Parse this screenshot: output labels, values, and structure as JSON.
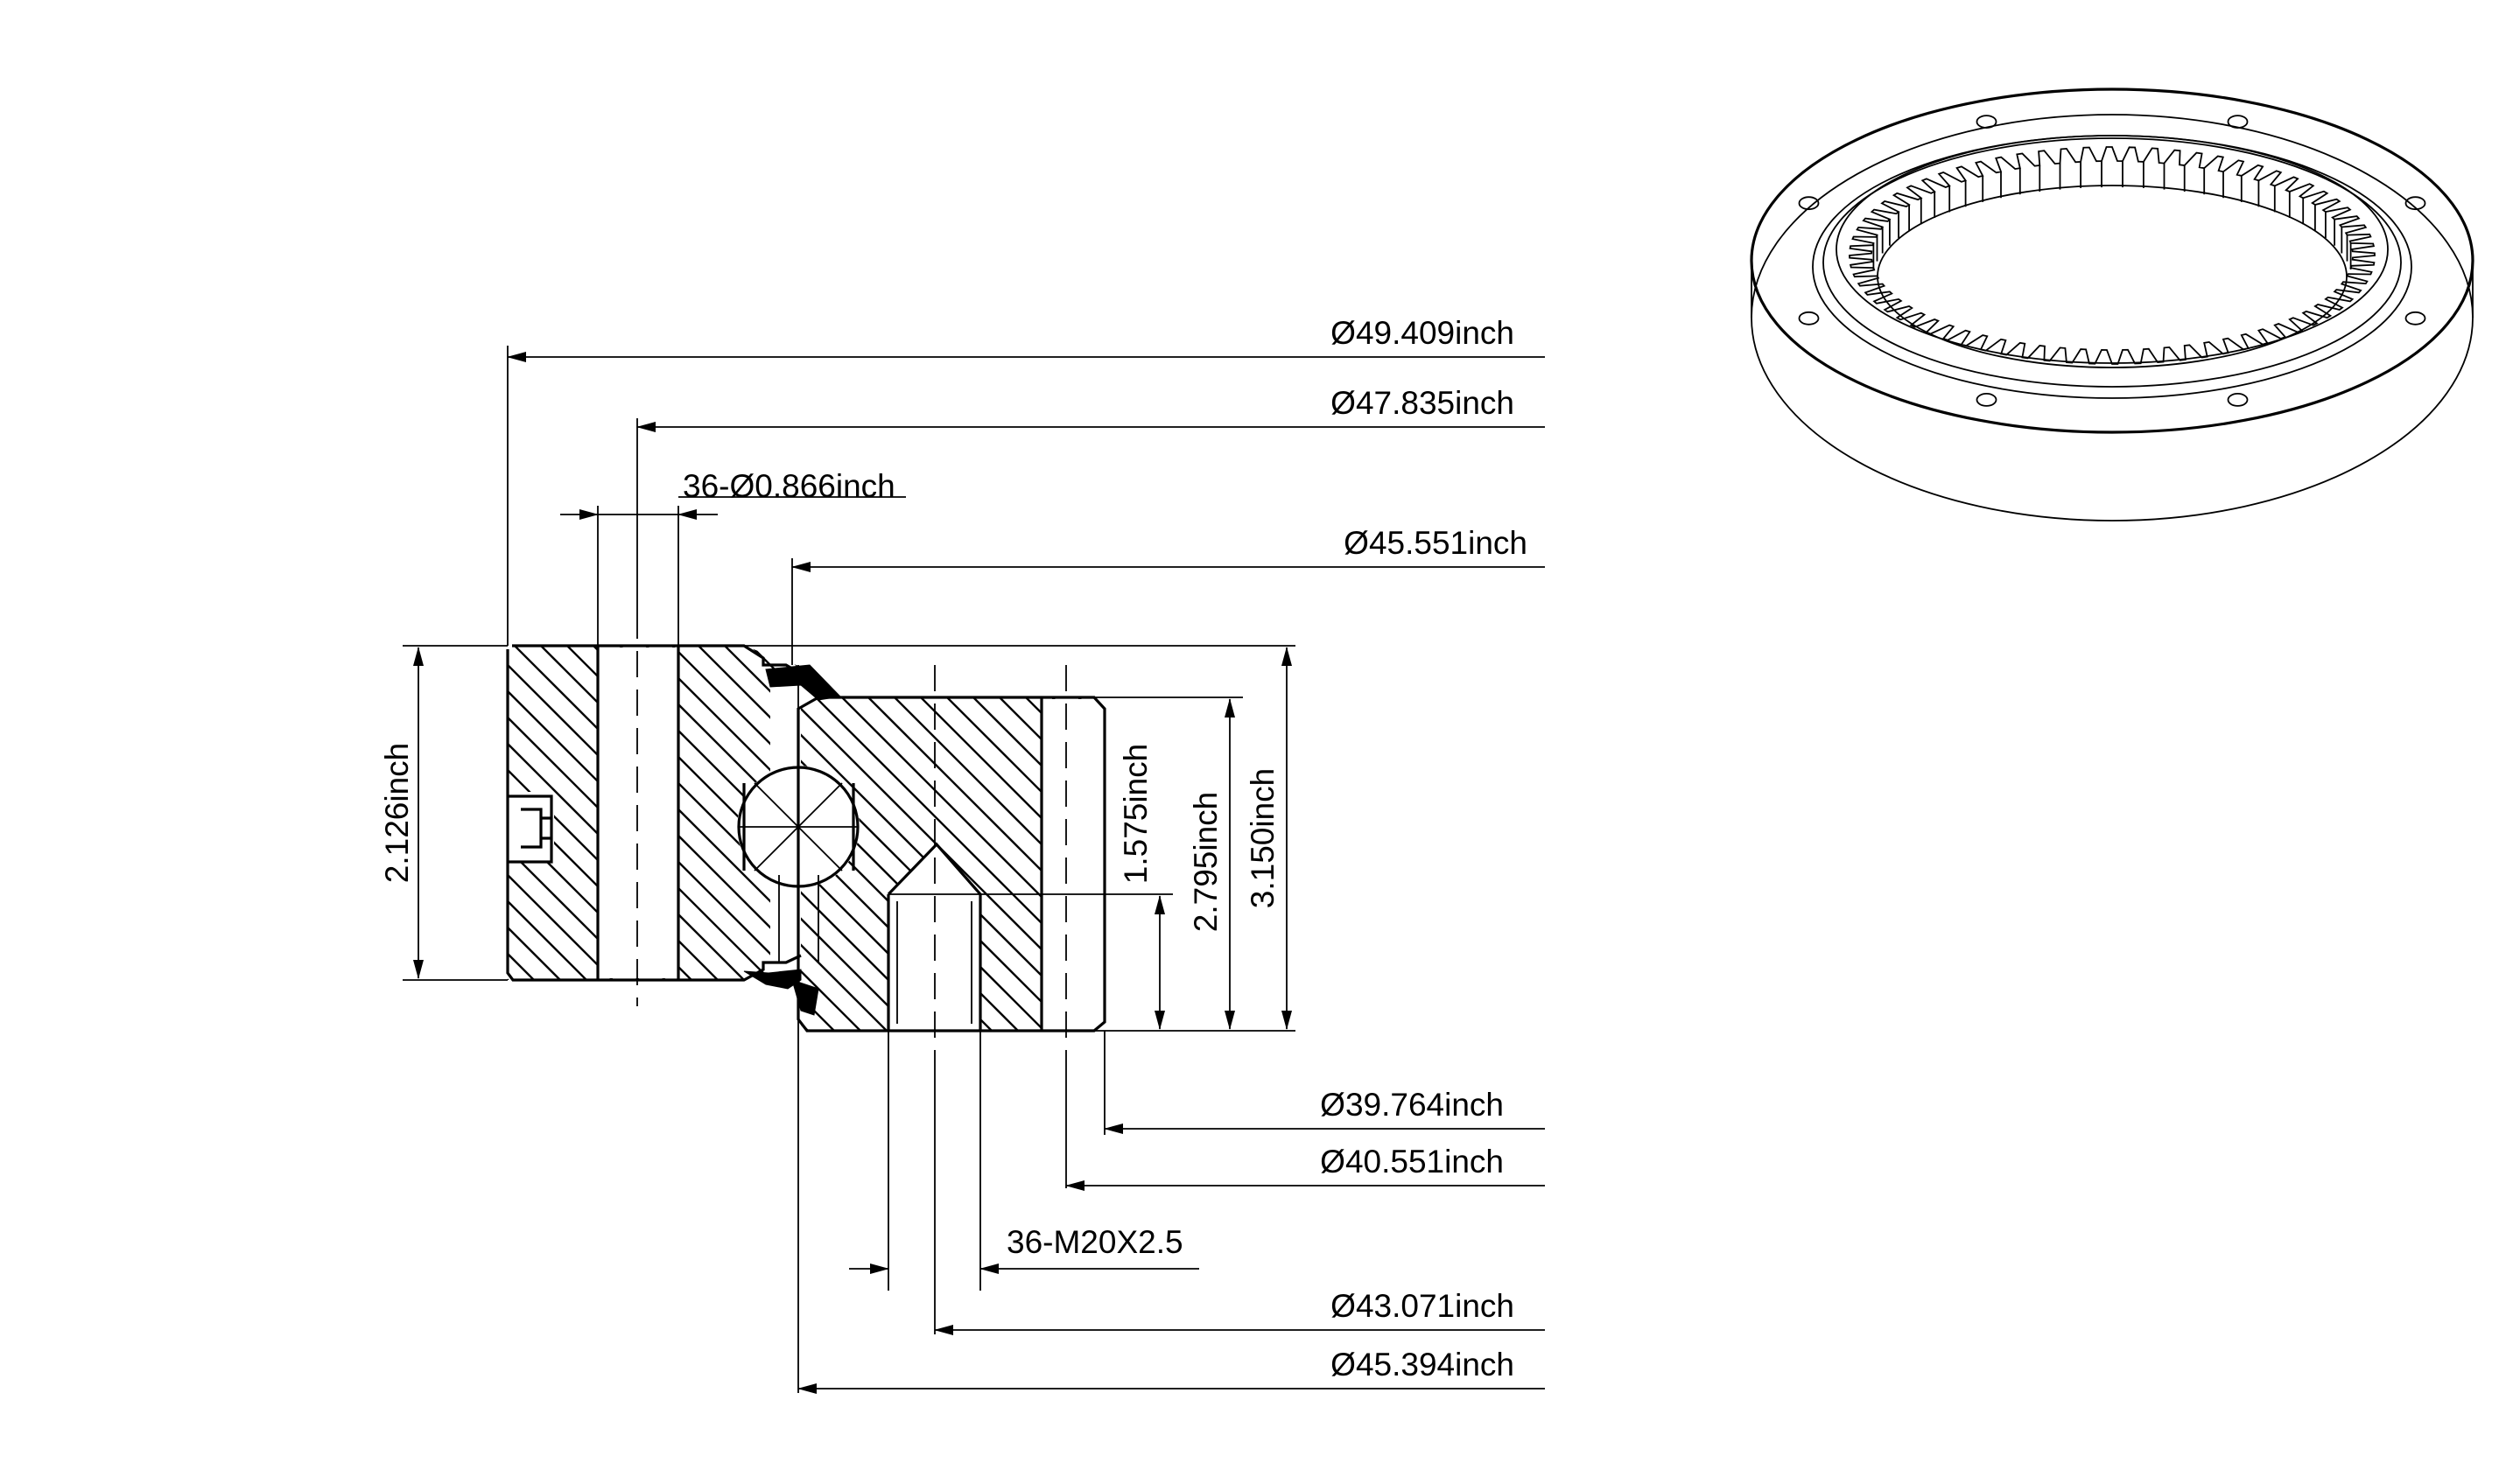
{
  "drawing": {
    "dimensions": {
      "d_49_409": "Ø49.409inch",
      "d_47_835": "Ø47.835inch",
      "holes": "36-Ø0.866inch",
      "d_45_551": "Ø45.551inch",
      "height_2_126": "2.126inch",
      "height_1_575": "1.575inch",
      "height_2_795": "2.795inch",
      "height_3_150": "3.150inch",
      "d_39_764": "Ø39.764inch",
      "d_40_551": "Ø40.551inch",
      "threads": "36-M20X2.5",
      "d_43_071": "Ø43.071inch",
      "d_45_394": "Ø45.394inch"
    },
    "colors": {
      "line": "#000000",
      "background": "#ffffff"
    }
  }
}
